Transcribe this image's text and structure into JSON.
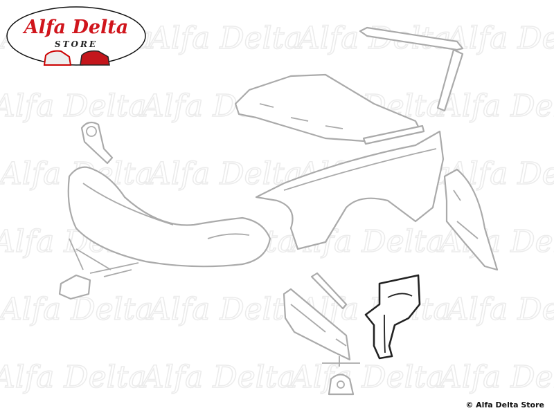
{
  "logo": {
    "title": "Alfa Delta",
    "subtitle": "STORE"
  },
  "watermark": "Alfa Delta",
  "footer": {
    "copyright": "© Alfa Delta Store"
  },
  "colors": {
    "brand_red": "#d0151c",
    "part_outline": "#aaaaaa",
    "highlight_outline": "#222222"
  }
}
